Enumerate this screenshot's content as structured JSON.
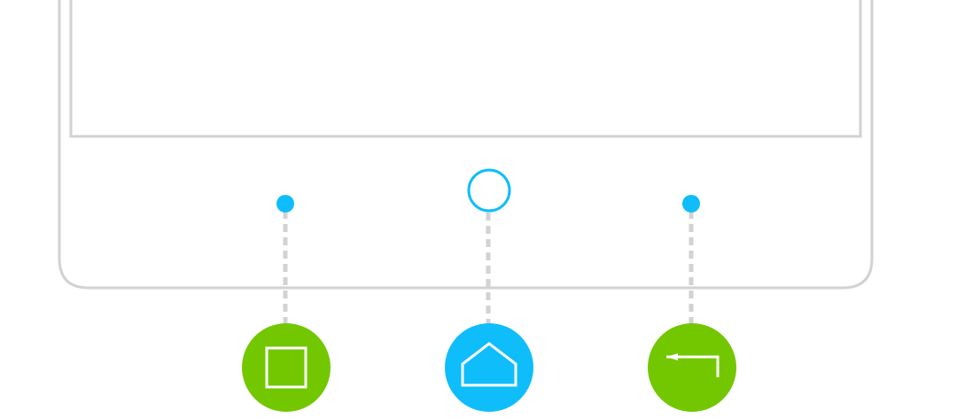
{
  "colors": {
    "outline": "#d2d2d2",
    "connector": "#d2d2d2",
    "sensor_blue": "#0fbdfa",
    "button_green": "#72c700",
    "button_blue": "#0fbdfa",
    "icon_stroke": "#ffffff",
    "background": "#ffffff"
  },
  "device": {
    "part": "phone-bottom-bezel",
    "has_screen": true
  },
  "keys": [
    {
      "id": "recent-apps",
      "sensor": "dot",
      "button_color": "#72c700",
      "icon": "square-icon"
    },
    {
      "id": "home",
      "sensor": "ring",
      "button_color": "#0fbdfa",
      "icon": "home-icon"
    },
    {
      "id": "back",
      "sensor": "dot",
      "button_color": "#72c700",
      "icon": "back-arrow-icon"
    }
  ]
}
